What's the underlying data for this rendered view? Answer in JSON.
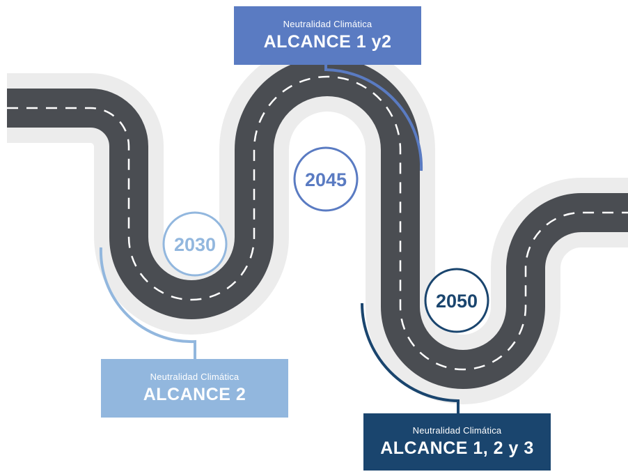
{
  "colors": {
    "road": "#4a4d52",
    "road_halo": "#ececec",
    "dash": "#ffffff",
    "light_blue": "#92b7de",
    "mid_blue": "#5a7bc2",
    "dark_blue": "#1a456e"
  },
  "milestones": [
    {
      "year": "2030",
      "subtitle": "Neutralidad Climática",
      "scope": "ALCANCE 2"
    },
    {
      "year": "2045",
      "subtitle": "Neutralidad Climática",
      "scope": "ALCANCE 1 y2"
    },
    {
      "year": "2050",
      "subtitle": "Neutralidad Climática",
      "scope": "ALCANCE 1, 2 y 3"
    }
  ]
}
